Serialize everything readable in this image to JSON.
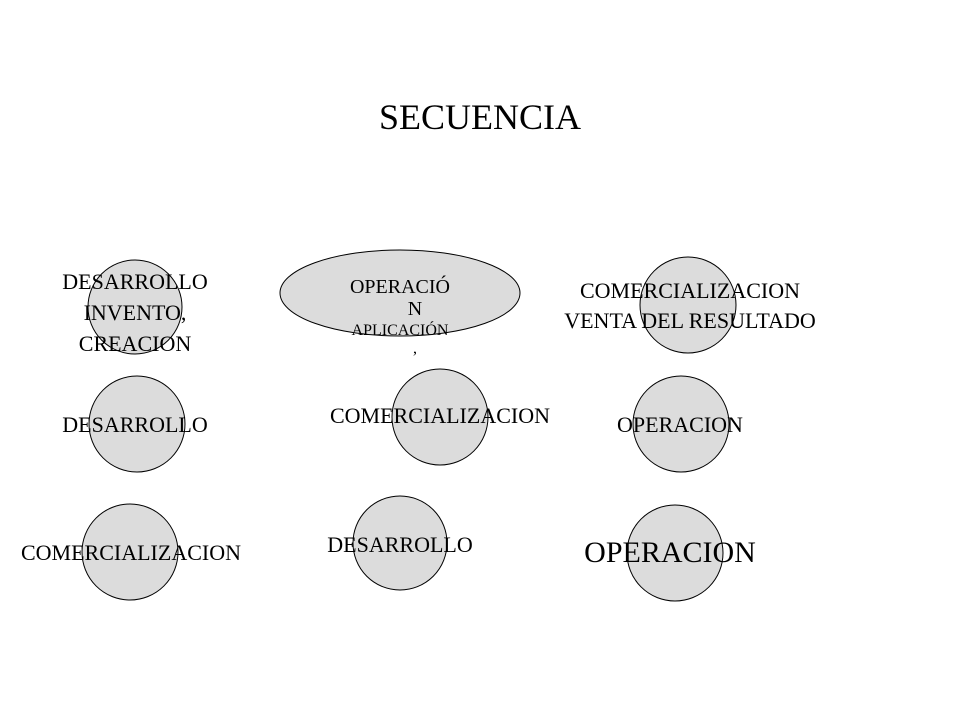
{
  "title": "SECUENCIA",
  "colors": {
    "node_fill": "#dcdcdc",
    "node_stroke": "#000000",
    "background": "#ffffff"
  },
  "sequences": [
    {
      "nodes": [
        {
          "lines": [
            "DESARROLLO",
            "INVENTO,",
            "CREACION"
          ]
        },
        {
          "lines": [
            "OPERACIÓ",
            "N",
            "APLICACIÓN",
            ","
          ]
        },
        {
          "lines": [
            "COMERCIALIZACION",
            "VENTA DEL RESULTADO"
          ]
        }
      ]
    },
    {
      "nodes": [
        {
          "lines": [
            "DESARROLLO"
          ]
        },
        {
          "lines": [
            "COMERCIALIZACION"
          ]
        },
        {
          "lines": [
            "OPERACION"
          ]
        }
      ]
    },
    {
      "nodes": [
        {
          "lines": [
            "COMERCIALIZACION"
          ]
        },
        {
          "lines": [
            "DESARROLLO"
          ]
        },
        {
          "lines": [
            "OPERACION"
          ]
        }
      ]
    }
  ]
}
